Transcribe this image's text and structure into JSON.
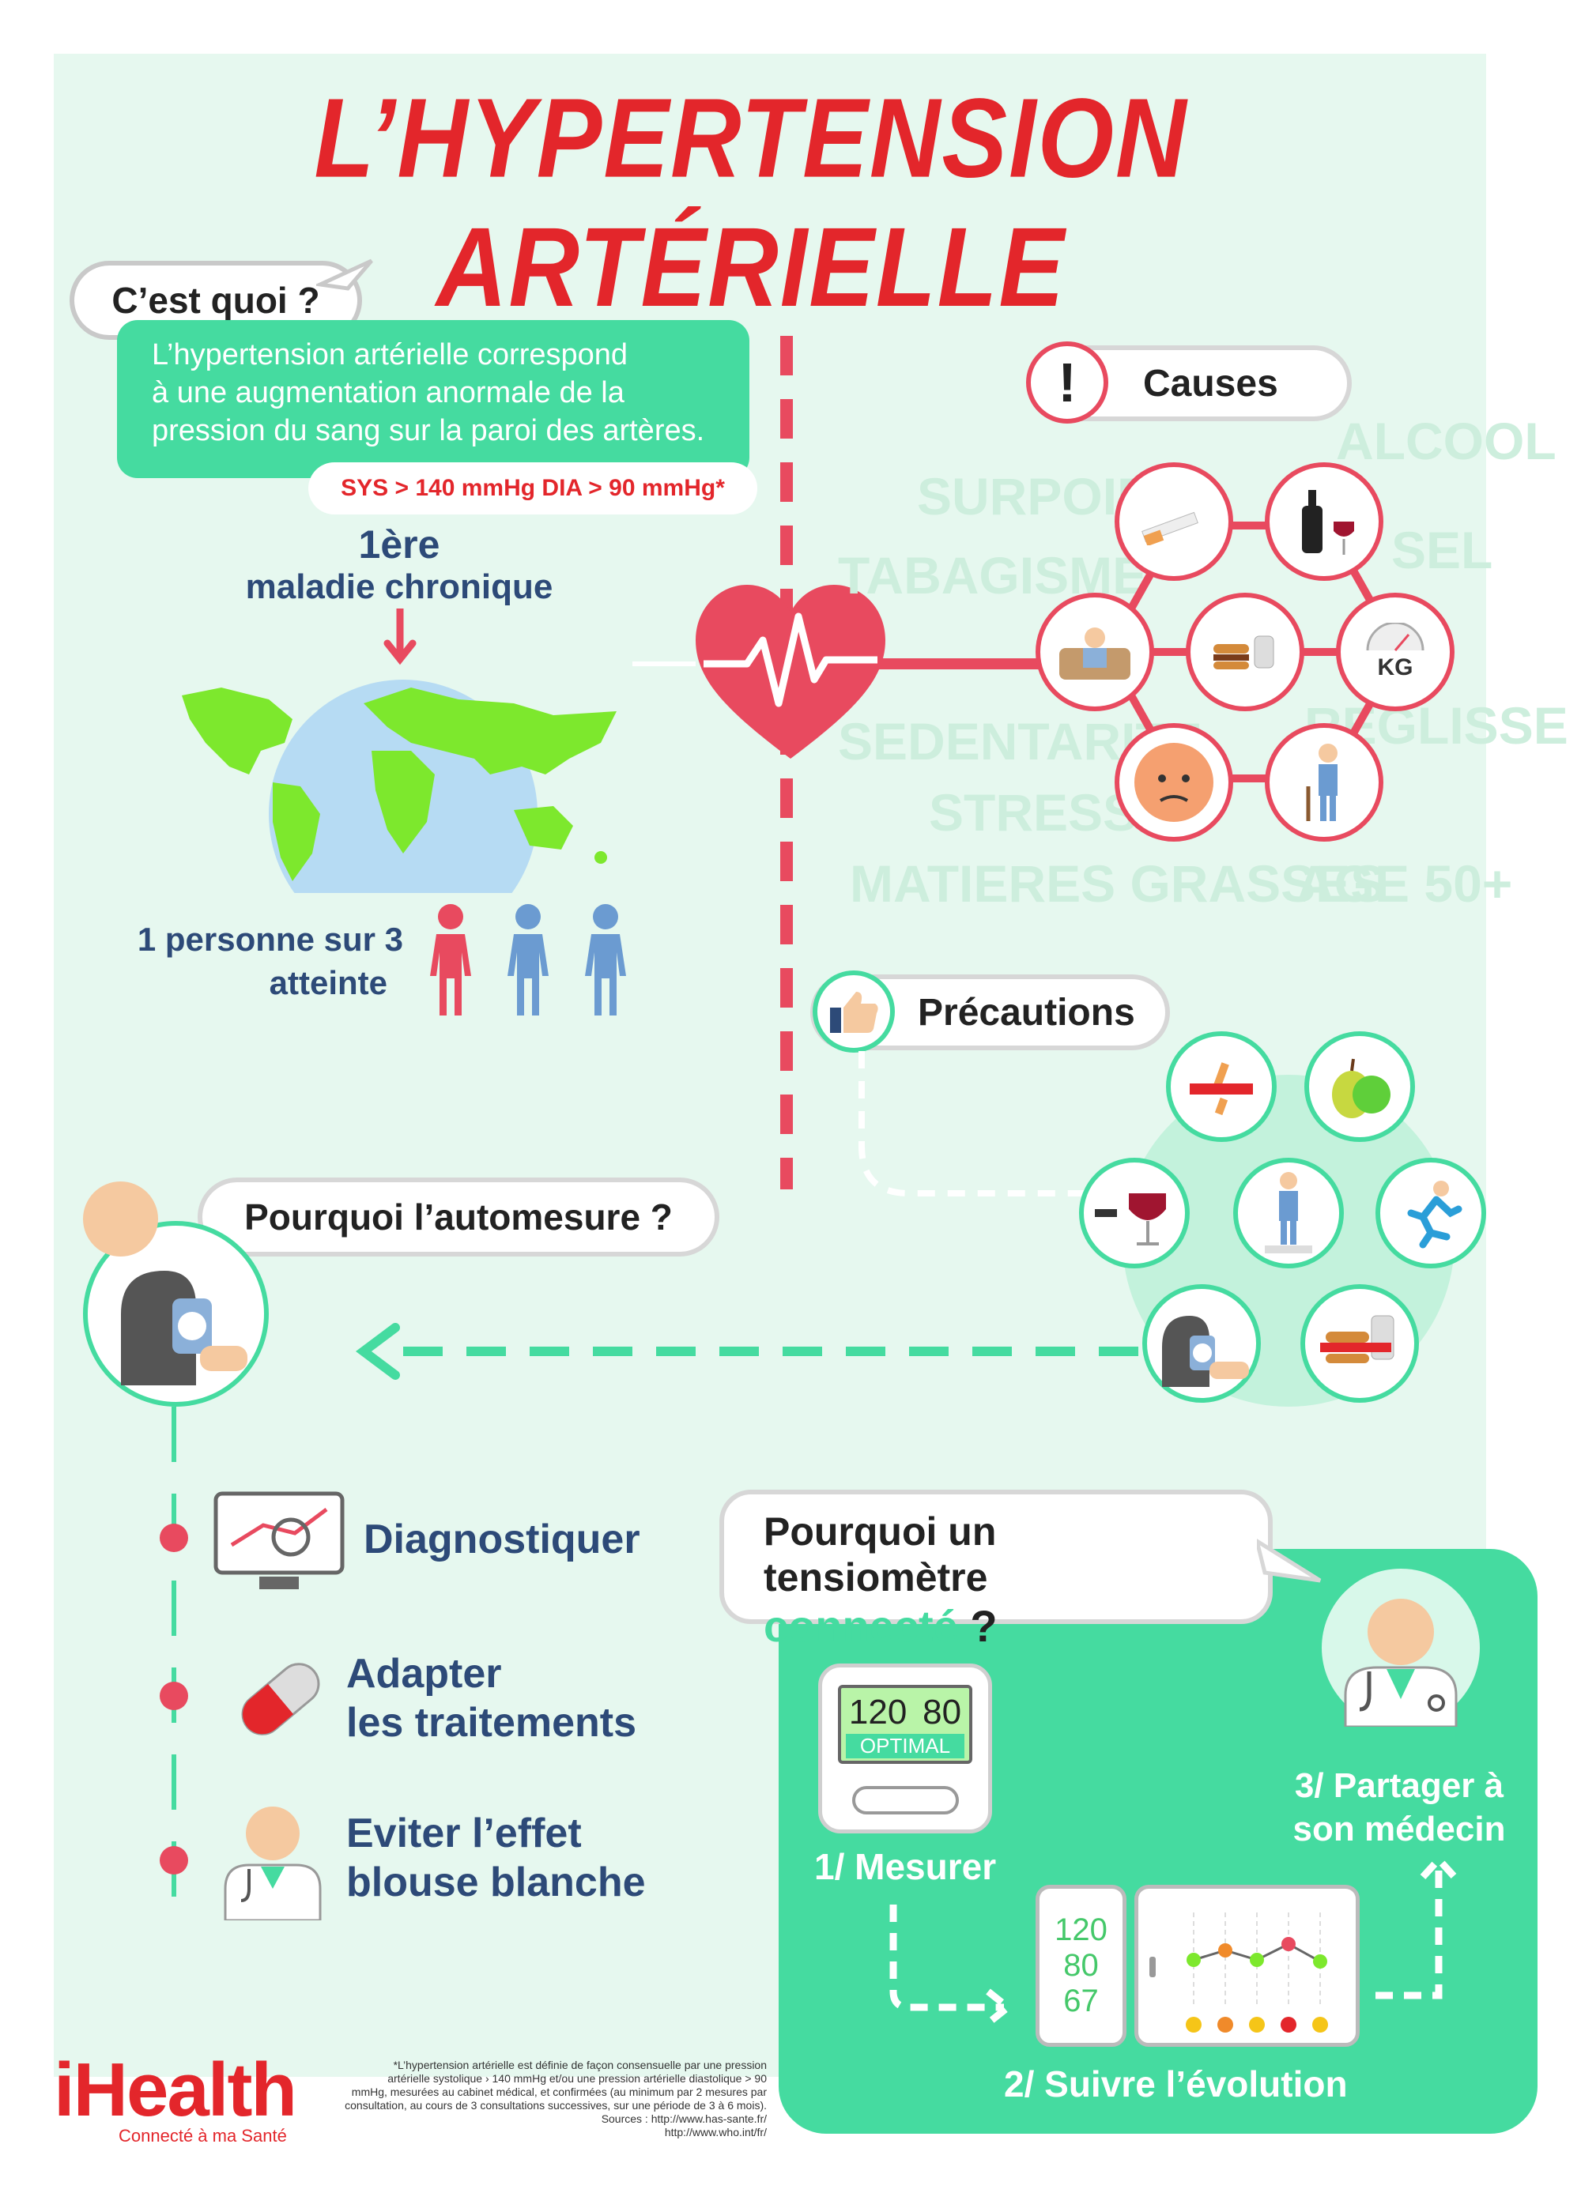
{
  "title": "L’HYPERTENSION ARTÉRIELLE",
  "what": {
    "heading": "C’est quoi ?",
    "description_l1": "L’hypertension artérielle correspond",
    "description_l2": "à une augmentation anormale de la",
    "description_l3": "pression du sang sur la paroi des artères.",
    "thresholds": "SYS > 140 mmHg   DIA > 90 mmHg*",
    "rank": "1ère",
    "rank_caption": "maladie chronique",
    "ratio_l1": "1 personne sur 3",
    "ratio_l2": "atteinte"
  },
  "causes": {
    "heading": "Causes",
    "words": {
      "alcool": "ALCOOL",
      "surpoids": "SURPOIDS",
      "sel": "SEL",
      "tabagisme": "TABAGISME",
      "sedentarite": "SEDENTARITE",
      "reglisse": "REGLISSE",
      "stress": "STRESS",
      "matieres": "MATIERES GRASSES",
      "age": "AGE 50+"
    },
    "kg_label": "KG"
  },
  "precautions": {
    "heading": "Précautions"
  },
  "automesure": {
    "heading": "Pourquoi l’automesure ?",
    "items": [
      {
        "label_l1": "Diagnostiquer",
        "label_l2": ""
      },
      {
        "label_l1": "Adapter",
        "label_l2": "les traitements"
      },
      {
        "label_l1": "Eviter l’effet",
        "label_l2": "blouse blanche"
      }
    ]
  },
  "connected": {
    "heading_l1": "Pourquoi un tensiomètre",
    "heading_l2a": "connecté",
    "heading_l2b": " ?",
    "device_sys": "120",
    "device_dia": "80",
    "device_status": "OPTIMAL",
    "phone_values": [
      "120",
      "80",
      "67"
    ],
    "step1": "1/ Mesurer",
    "step2": "2/ Suivre l’évolution",
    "step3_l1": "3/ Partager à",
    "step3_l2": "son médecin"
  },
  "brand": {
    "name": "iHealth",
    "tagline": "Connecté à ma Santé"
  },
  "footnote": {
    "l1": "*L’hypertension artérielle est définie de façon consensuelle par une pression",
    "l2": "artérielle systolique › 140 mmHg et/ou une pression artérielle diastolique > 90",
    "l3": "mmHg, mesurées au cabinet médical, et confirmées (au minimum par 2 mesures par",
    "l4": "consultation, au cours de 3 consultations successives, sur une période de 3 à 6 mois).",
    "l5": "Sources : http://www.has-sante.fr/",
    "l6": "http://www.who.int/fr/"
  },
  "colors": {
    "background": "#e6f8ef",
    "red": "#e3262b",
    "pink": "#e84a5f",
    "green": "#45dba0",
    "navy": "#2d4a78",
    "blue": "#6b9bd1"
  }
}
